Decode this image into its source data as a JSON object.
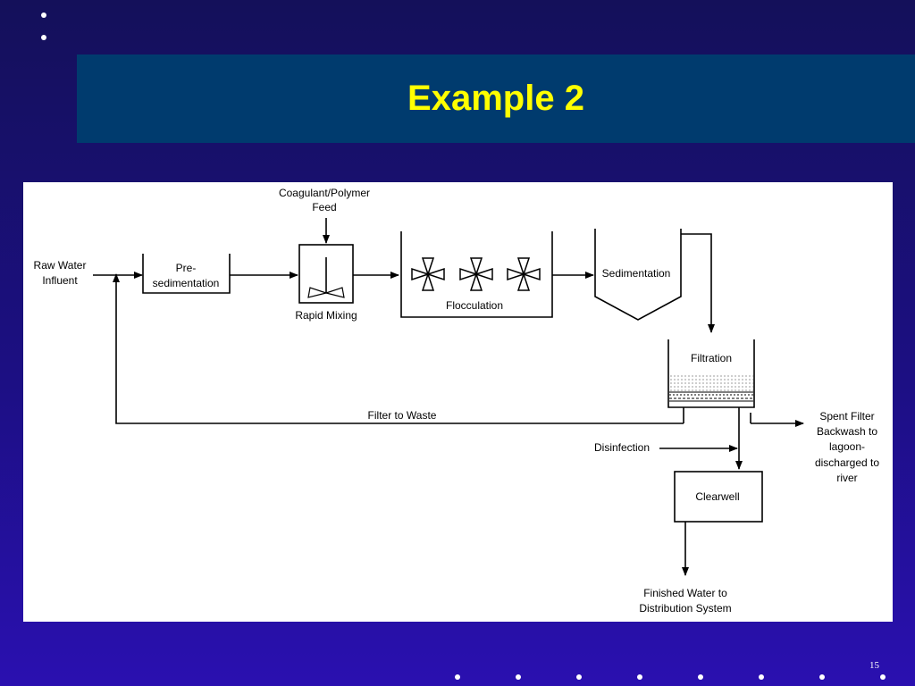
{
  "slide": {
    "title": "Example 2",
    "page_number": "15"
  },
  "colors": {
    "background": "#1c0f83",
    "title_bar": "#003b6e",
    "title_text": "#ffff00",
    "panel": "#ffffff"
  },
  "diagram": {
    "raw_water": [
      "Raw Water",
      "Influent"
    ],
    "coagulant": [
      "Coagulant/Polymer",
      "Feed"
    ],
    "presed": [
      "Pre-",
      "sedimentation"
    ],
    "rapid_mixing": "Rapid Mixing",
    "flocculation": "Flocculation",
    "sedimentation": "Sedimentation",
    "filtration": "Filtration",
    "filter_to_waste": "Filter to Waste",
    "disinfection": "Disinfection",
    "spent_filter": [
      "Spent Filter",
      "Backwash to",
      "lagoon-",
      "discharged to",
      "river"
    ],
    "clearwell": "Clearwell",
    "finished_water": [
      "Finished Water to",
      "Distribution System"
    ]
  }
}
